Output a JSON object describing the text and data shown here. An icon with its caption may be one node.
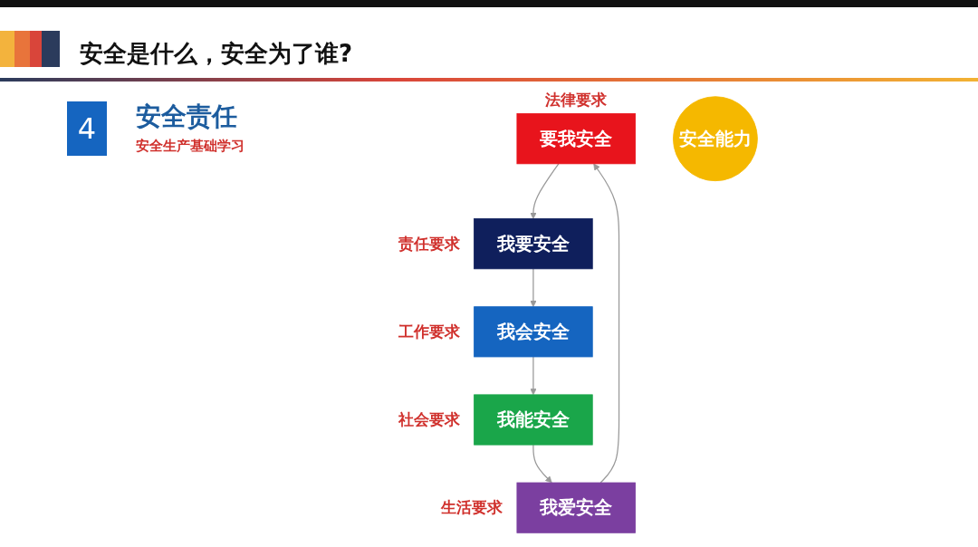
{
  "diagram": {
    "title": "安全是什么，安全为了谁?",
    "nodes": [
      {
        "text": [
          "要我安全"
        ],
        "beside": [
          "法律要求"
        ]
      },
      {
        "text": [
          "我要安全"
        ],
        "beside": [
          "责任要求"
        ]
      },
      {
        "text": [
          "我会安全"
        ],
        "beside": [
          "工作要求"
        ]
      },
      {
        "text": [
          "我能安全"
        ],
        "beside": [
          "社会要求"
        ]
      },
      {
        "text": [
          "我爱安全"
        ],
        "beside": [
          "生活要求"
        ]
      },
      {
        "text": [
          "安全能力"
        ]
      }
    ],
    "edges": [
      {
        "from": 0,
        "to": 1,
        "arrow": "to"
      },
      {
        "from": 1,
        "to": 2,
        "arrow": "to"
      },
      {
        "from": 2,
        "to": 3,
        "arrow": "to"
      },
      {
        "from": 3,
        "to": 4,
        "arrow": "to"
      },
      {
        "from": 4,
        "to": 0,
        "arrow": "to"
      }
    ],
    "labels": [
      "4",
      "安全责任",
      "安全生产基础学习"
    ]
  }
}
